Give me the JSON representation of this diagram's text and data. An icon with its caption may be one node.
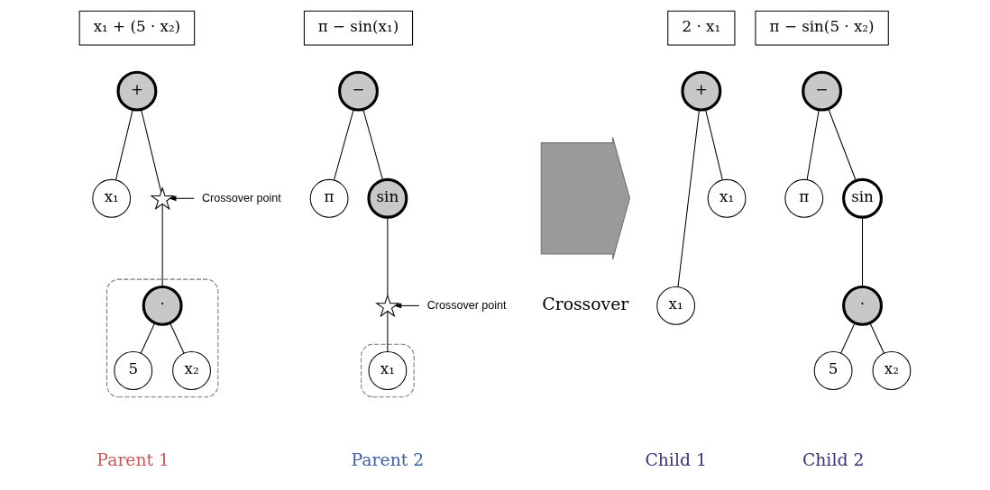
{
  "diagram": {
    "nodes": [
      {
        "text": [
          "x₁ + (5 · x₂)"
        ]
      },
      {
        "text": [
          "+"
        ]
      },
      {
        "text": [
          "x₁"
        ]
      },
      {
        "text": [],
        "shape": "star"
      },
      {
        "text": [
          "Crossover point"
        ]
      },
      {
        "text": [],
        "shape": "ellipse"
      },
      {
        "text": [
          "·"
        ],
        "in": 5
      },
      {
        "text": [
          "5"
        ],
        "in": 5
      },
      {
        "text": [
          "x₂"
        ],
        "in": 5
      },
      {
        "text": [
          "π − sin(x₁)"
        ]
      },
      {
        "text": [
          "−"
        ]
      },
      {
        "text": [
          "π"
        ]
      },
      {
        "text": [
          "sin"
        ]
      },
      {
        "text": [],
        "shape": "star"
      },
      {
        "text": [
          "Crossover point"
        ]
      },
      {
        "text": [],
        "shape": "ellipse"
      },
      {
        "text": [
          "x₁"
        ],
        "in": 15
      },
      {
        "text": [],
        "shape": "arrow",
        "beside": [
          "Crossover"
        ]
      },
      {
        "text": [
          "2 · x₁"
        ]
      },
      {
        "text": [
          "+"
        ]
      },
      {
        "text": [
          "x₁"
        ]
      },
      {
        "text": [
          "x₁"
        ]
      },
      {
        "text": [
          "π − sin(5 · x₂)"
        ]
      },
      {
        "text": [
          "−"
        ]
      },
      {
        "text": [
          "π"
        ]
      },
      {
        "text": [
          "sin"
        ]
      },
      {
        "text": [
          "·"
        ]
      },
      {
        "text": [
          "5"
        ]
      },
      {
        "text": [
          "x₂"
        ]
      }
    ],
    "edges": [
      {
        "from": 1,
        "to": 2,
        "arrow": "none"
      },
      {
        "from": 1,
        "to": 3,
        "arrow": "none"
      },
      {
        "from": 3,
        "to": 6,
        "arrow": "none"
      },
      {
        "from": 4,
        "to": 3,
        "arrow": "to"
      },
      {
        "from": 6,
        "to": 7,
        "arrow": "none"
      },
      {
        "from": 6,
        "to": 8,
        "arrow": "none"
      },
      {
        "from": 10,
        "to": 11,
        "arrow": "none"
      },
      {
        "from": 10,
        "to": 12,
        "arrow": "none"
      },
      {
        "from": 12,
        "to": 13,
        "arrow": "none"
      },
      {
        "from": 13,
        "to": 16,
        "arrow": "none"
      },
      {
        "from": 14,
        "to": 13,
        "arrow": "to"
      },
      {
        "from": 19,
        "to": 20,
        "arrow": "none"
      },
      {
        "from": 19,
        "to": 21,
        "arrow": "none"
      },
      {
        "from": 23,
        "to": 24,
        "arrow": "none"
      },
      {
        "from": 23,
        "to": 25,
        "arrow": "none"
      },
      {
        "from": 25,
        "to": 26,
        "arrow": "none"
      },
      {
        "from": 26,
        "to": 27,
        "arrow": "none"
      },
      {
        "from": 26,
        "to": 28,
        "arrow": "none"
      }
    ],
    "labels": [
      "Parent 1",
      "Parent 2",
      "Child 1",
      "Child 2"
    ]
  }
}
